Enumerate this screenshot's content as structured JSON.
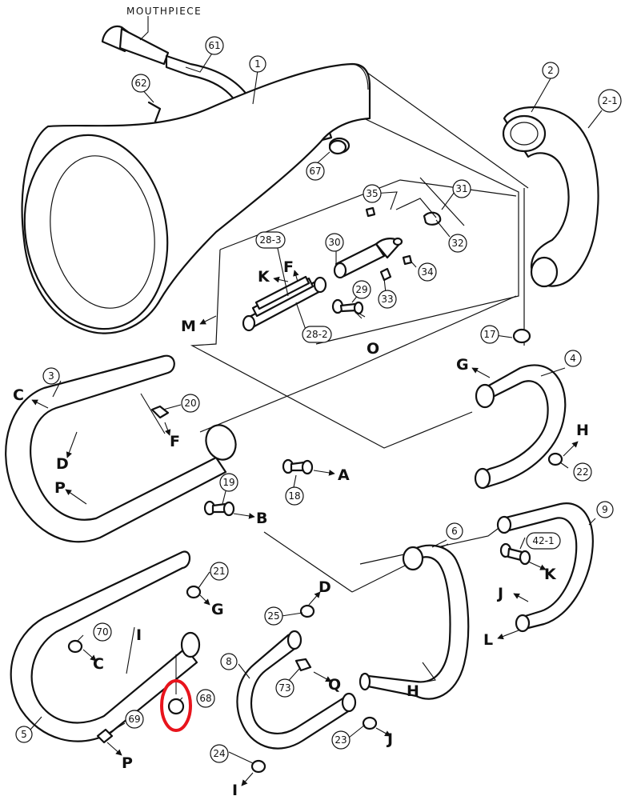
{
  "diagram": {
    "mouthpiece_label": "MOUTHPIECE",
    "callouts": {
      "p1": "1",
      "p2": "2",
      "p2_1": "2-1",
      "p3": "3",
      "p4": "4",
      "p5": "5",
      "p6": "6",
      "p8": "8",
      "p9": "9",
      "p17": "17",
      "p18": "18",
      "p19": "19",
      "p20": "20",
      "p21": "21",
      "p22": "22",
      "p23": "23",
      "p24": "24",
      "p25": "25",
      "p28_2": "28-2",
      "p28_3": "28-3",
      "p29": "29",
      "p30": "30",
      "p31": "31",
      "p32": "32",
      "p33": "33",
      "p34": "34",
      "p35": "35",
      "p42_1": "42-1",
      "p61": "61",
      "p62": "62",
      "p67": "67",
      "p68": "68",
      "p69": "69",
      "p70": "70",
      "p73": "73"
    },
    "letters": {
      "A": "A",
      "B": "B",
      "C": "C",
      "D": "D",
      "F": "F",
      "G": "G",
      "H": "H",
      "I": "I",
      "J": "J",
      "K": "K",
      "L": "L",
      "M": "M",
      "O": "O",
      "P": "P",
      "Q": "Q"
    },
    "highlight_color": "#e8141c"
  }
}
